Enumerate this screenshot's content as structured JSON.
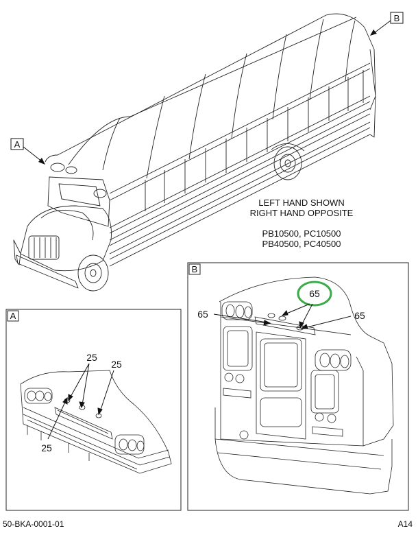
{
  "view_markers": {
    "a": "A",
    "b": "B"
  },
  "notes": {
    "line1": "LEFT HAND SHOWN",
    "line2": "RIGHT HAND OPPOSITE",
    "line3": "PB10500, PC10500",
    "line4": "PB40500, PC40500"
  },
  "detail_a": {
    "label": "A",
    "callouts": {
      "top_left": "25",
      "top_right": "25",
      "bottom": "25"
    }
  },
  "detail_b": {
    "label": "B",
    "callouts": {
      "circled": "65",
      "left": "65",
      "right": "65"
    },
    "highlight_color": "#3aaa4a"
  },
  "footer": {
    "left": "50-BKA-0001-01",
    "right": "A14"
  }
}
